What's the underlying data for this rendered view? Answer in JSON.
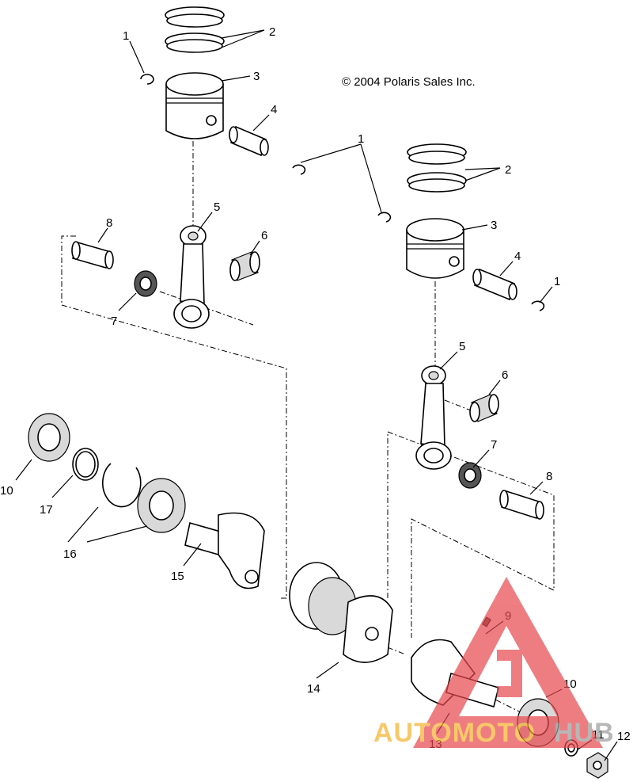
{
  "copyright": "© 2004 Polaris Sales Inc.",
  "callouts": {
    "c1a": "1",
    "c1b": "1",
    "c1c": "1",
    "c2a": "2",
    "c2b": "2",
    "c3a": "3",
    "c3b": "3",
    "c4a": "4",
    "c4b": "4",
    "c5a": "5",
    "c5b": "5",
    "c6a": "6",
    "c6b": "6",
    "c7a": "7",
    "c7b": "7",
    "c8a": "8",
    "c8b": "8",
    "c9": "9",
    "c10a": "10",
    "c10b": "10",
    "c11": "11",
    "c12": "12",
    "c13": "13",
    "c14": "14",
    "c15": "15",
    "c16": "16",
    "c17": "17"
  },
  "watermark": {
    "text_auto": "AUTOMOTO",
    "text_hub": "HUB",
    "color_red": "#e8474d",
    "color_orange": "#f4b12a",
    "color_gray": "#9a9a9a"
  }
}
